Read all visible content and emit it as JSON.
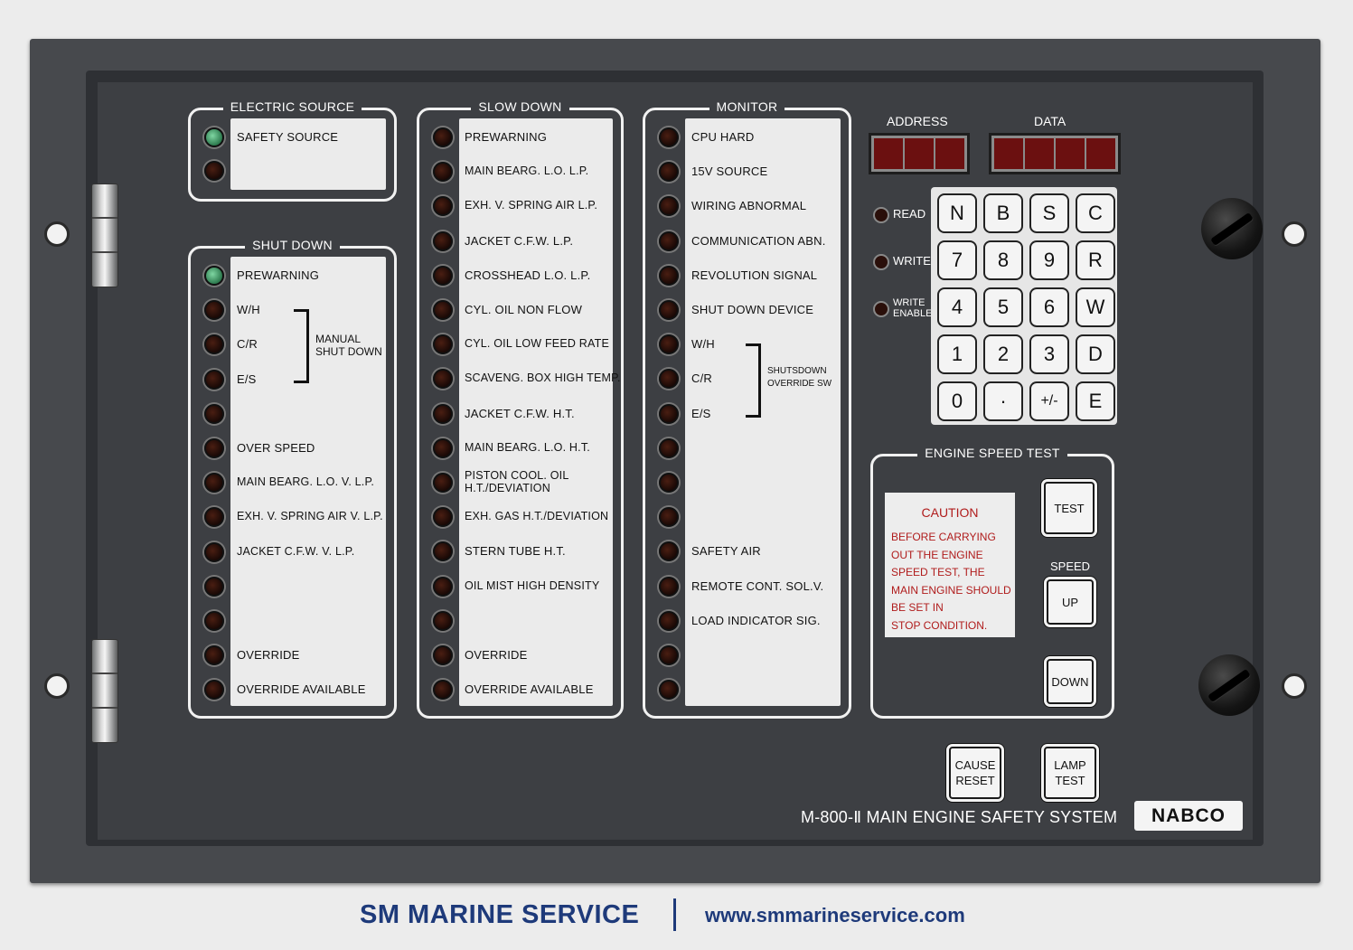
{
  "electric_source": {
    "title": "ELECTRIC SOURCE",
    "items": [
      "SAFETY SOURCE",
      ""
    ]
  },
  "shut_down": {
    "title": "SHUT DOWN",
    "items": [
      "PREWARNING",
      "W/H",
      "C/R",
      "E/S",
      "",
      "OVER SPEED",
      "MAIN BEARG. L.O. V. L.P.",
      "EXH. V. SPRING AIR V. L.P.",
      "JACKET C.F.W. V. L.P.",
      "",
      "",
      "OVERRIDE",
      "OVERRIDE AVAILABLE"
    ],
    "bracket_label": "MANUAL\nSHUT DOWN"
  },
  "slow_down": {
    "title": "SLOW DOWN",
    "items": [
      "PREWARNING",
      "MAIN BEARG. L.O. L.P.",
      "EXH. V. SPRING AIR L.P.",
      "JACKET C.F.W. L.P.",
      "CROSSHEAD L.O. L.P.",
      "CYL. OIL NON FLOW",
      "CYL. OIL LOW FEED RATE",
      "SCAVENG. BOX HIGH TEMP.",
      "JACKET C.F.W. H.T.",
      "MAIN BEARG. L.O. H.T.",
      "PISTON COOL. OIL\nH.T./DEVIATION",
      "EXH. GAS H.T./DEVIATION",
      "STERN TUBE H.T.",
      "OIL MIST HIGH DENSITY",
      "",
      "OVERRIDE",
      "OVERRIDE AVAILABLE"
    ]
  },
  "monitor": {
    "title": "MONITOR",
    "items": [
      "CPU HARD",
      "15V SOURCE",
      "WIRING ABNORMAL",
      "COMMUNICATION ABN.",
      "REVOLUTION SIGNAL",
      "SHUT DOWN DEVICE",
      "W/H",
      "C/R",
      "E/S",
      "",
      "",
      "",
      "SAFETY AIR",
      "REMOTE CONT. SOL.V.",
      "LOAD INDICATOR SIG.",
      "",
      ""
    ],
    "bracket_label": "SHUTSDOWN\nOVERRIDE SW"
  },
  "address_label": "ADDRESS",
  "data_label": "DATA",
  "status_leds": {
    "read": "READ",
    "write": "WRITE",
    "write_enable": "WRITE\nENABLE"
  },
  "keypad": [
    [
      "N",
      "B",
      "S",
      "C"
    ],
    [
      "7",
      "8",
      "9",
      "R"
    ],
    [
      "4",
      "5",
      "6",
      "W"
    ],
    [
      "1",
      "2",
      "3",
      "D"
    ],
    [
      "0",
      "·",
      "+/-",
      "E"
    ]
  ],
  "engine_speed_test": {
    "title": "ENGINE SPEED TEST",
    "caution_title": "CAUTION",
    "caution_text": "BEFORE CARRYING\nOUT THE ENGINE\nSPEED TEST, THE\nMAIN ENGINE SHOULD\nBE SET IN\nSTOP CONDITION.",
    "test_label": "TEST",
    "speed_label": "SPEED",
    "up_label": "UP",
    "down_label": "DOWN"
  },
  "cause_reset_label": "CAUSE\nRESET",
  "lamp_test_label": "LAMP\nTEST",
  "model_label": "M-800-Ⅱ MAIN ENGINE SAFETY SYSTEM",
  "brand_label": "NABCO",
  "footer": {
    "brand": "SM MARINE SERVICE",
    "url": "www.smmarineservice.com"
  },
  "colors": {
    "panel": "#3d3f43",
    "frame": "#47494d",
    "led_dark": "#2a0f0a",
    "led_green": "#4caf78",
    "caution_red": "#b01c1c",
    "footer_blue": "#1e3a7a"
  }
}
